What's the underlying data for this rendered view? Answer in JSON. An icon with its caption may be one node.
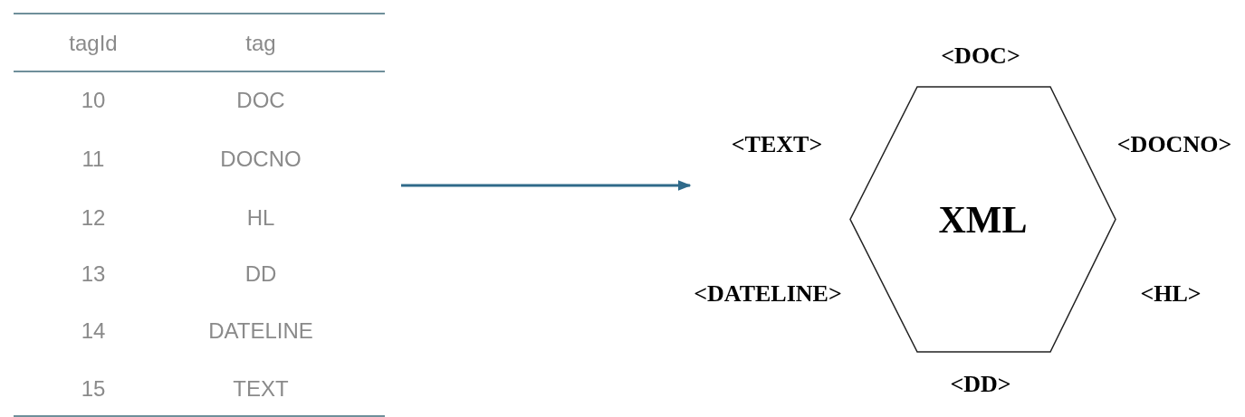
{
  "diagram": {
    "nodes": [
      {
        "text": [
          "tagId",
          "tag",
          "10",
          "DOC",
          "11",
          "DOCNO",
          "12",
          "HL",
          "13",
          "DD",
          "14",
          "DATELINE",
          "15",
          "TEXT"
        ]
      },
      {
        "text": [
          "XML"
        ],
        "beside": [
          "<DOC>",
          "<TEXT>",
          "<DOCNO>",
          "<DATELINE>",
          "<HL>",
          "<DD>"
        ]
      }
    ],
    "edges": [
      {
        "from": 0,
        "to": 1,
        "arrow": "to",
        "color": "#2f6a8a"
      }
    ]
  }
}
